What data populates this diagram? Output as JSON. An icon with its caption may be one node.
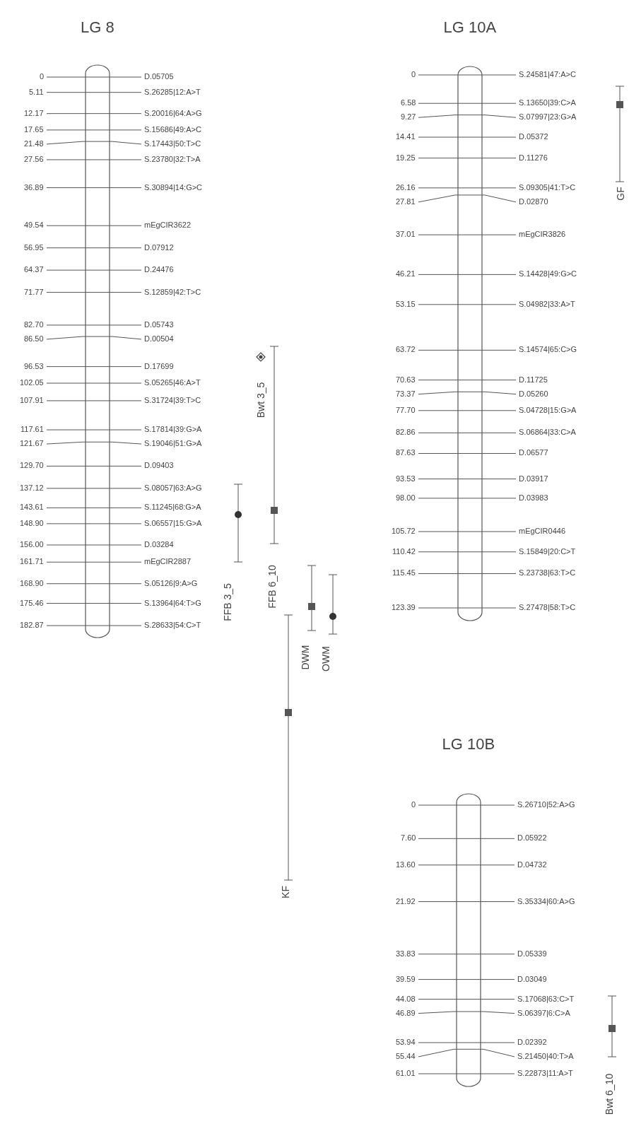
{
  "diagram": {
    "nodes": [
      {
        "text": [
          "LG 8"
        ]
      },
      {
        "text": [
          "LG 10A"
        ]
      },
      {
        "text": [
          "LG 10B"
        ]
      },
      {
        "text": [
          "GF"
        ]
      },
      {
        "text": [
          "Bwt 3_5"
        ]
      },
      {
        "text": [
          "FFB 3_5"
        ]
      },
      {
        "text": [
          "FFB 6_10"
        ]
      },
      {
        "text": [
          "DWM"
        ]
      },
      {
        "text": [
          "OWM"
        ]
      },
      {
        "text": [
          "KF"
        ]
      },
      {
        "text": [
          "Bwt 6_10"
        ]
      }
    ],
    "labels": [
      "0",
      "D.05705",
      "5.11",
      "S.26285|12:A>T",
      "12.17",
      "S.20016|64:A>G",
      "17.65",
      "S.15686|49:A>C",
      "21.48",
      "S.17443|50:T>C",
      "27.56",
      "S.23780|32:T>A",
      "36.89",
      "S.30894|14:G>C",
      "49.54",
      "mEgCIR3622",
      "56.95",
      "D.07912",
      "64.37",
      "D.24476",
      "71.77",
      "S.12859|42:T>C",
      "82.70",
      "D.05743",
      "86.50",
      "D.00504",
      "96.53",
      "D.17699",
      "102.05",
      "S.05265|46:A>T",
      "107.91",
      "S.31724|39:T>C",
      "117.61",
      "S.17814|39:G>A",
      "121.67",
      "S.19046|51:G>A",
      "129.70",
      "D.09403",
      "137.12",
      "S.08057|63:A>G",
      "143.61",
      "S.11245|68:G>A",
      "148.90",
      "S.06557|15:G>A",
      "156.00",
      "D.03284",
      "161.71",
      "mEgCIR2887",
      "168.90",
      "S.05126|9:A>G",
      "175.46",
      "S.13964|64:T>G",
      "182.87",
      "S.28633|54:C>T",
      "0",
      "S.24581|47:A>C",
      "6.58",
      "S.13650|39:C>A",
      "9.27",
      "S.07997|23:G>A",
      "14.41",
      "D.05372",
      "19.25",
      "D.11276",
      "26.16",
      "S.09305|41:T>C",
      "27.81",
      "D.02870",
      "37.01",
      "mEgCIR3826",
      "46.21",
      "S.14428|49:G>C",
      "53.15",
      "S.04982|33:A>T",
      "63.72",
      "S.14574|65:C>G",
      "70.63",
      "D.11725",
      "73.37",
      "D.05260",
      "77.70",
      "S.04728|15:G>A",
      "82.86",
      "S.06864|33:C>A",
      "87.63",
      "D.06577",
      "93.53",
      "D.03917",
      "98.00",
      "D.03983",
      "105.72",
      "mEgCIR0446",
      "110.42",
      "S.15849|20:C>T",
      "115.45",
      "S.23738|63:T>C",
      "123.39",
      "S.27478|58:T>C",
      "0",
      "S.26710|52:A>G",
      "7.60",
      "D.05922",
      "13.60",
      "D.04732",
      "21.92",
      "S.35334|60:A>G",
      "33.83",
      "D.05339",
      "39.59",
      "D.03049",
      "44.08",
      "S.17068|63:C>T",
      "46.89",
      "S.06397|6:C>A",
      "53.94",
      "D.02392",
      "55.44",
      "S.21450|40:T>A",
      "61.01",
      "S.22873|11:A>T"
    ]
  }
}
